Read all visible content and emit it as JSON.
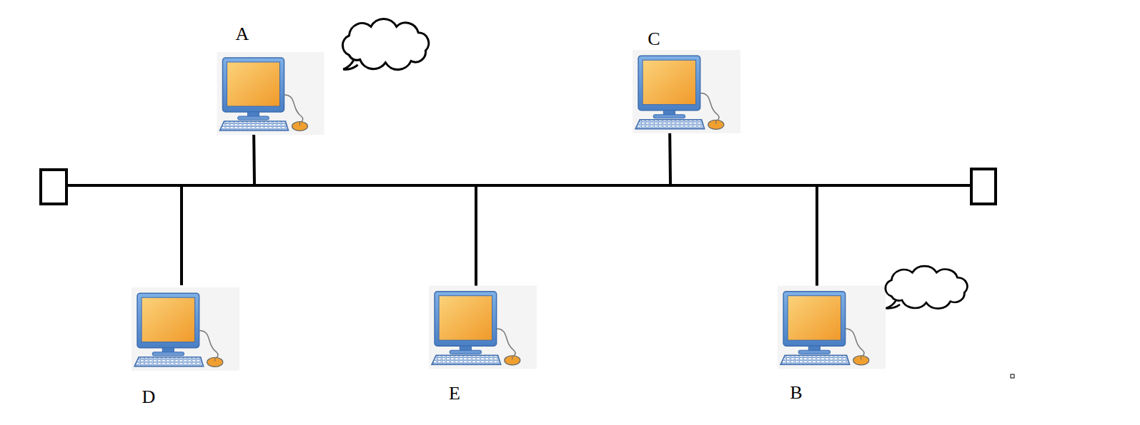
{
  "diagram": {
    "nodes": [
      {
        "text": [
          "A"
        ]
      },
      {
        "text": [
          "C"
        ]
      },
      {
        "text": [
          "D"
        ]
      },
      {
        "text": [
          "E"
        ]
      },
      {
        "text": [
          "B"
        ]
      }
    ]
  }
}
